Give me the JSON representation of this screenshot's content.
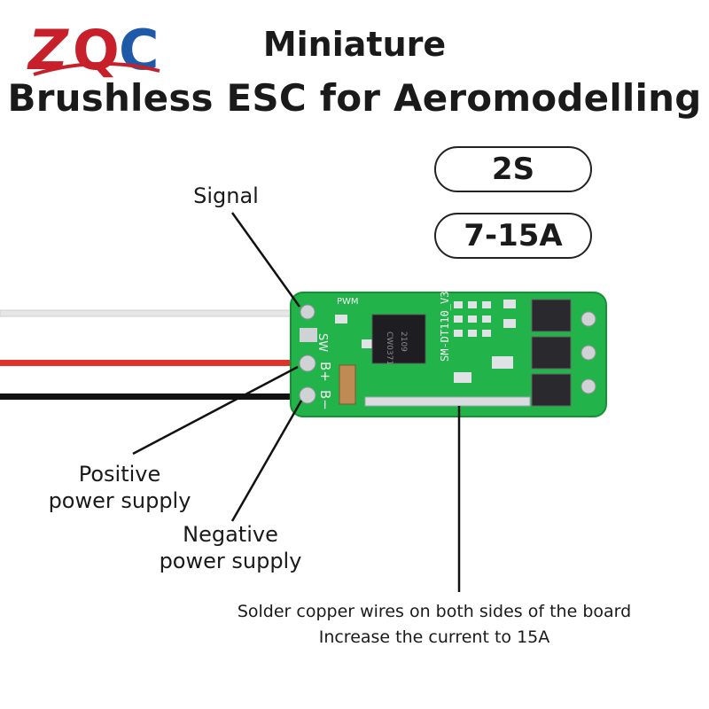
{
  "logo": {
    "text": "ZQC",
    "colors": {
      "z": "#c8202a",
      "q": "#c8202a",
      "c": "#1f5aa8"
    }
  },
  "title": {
    "line1": "Miniature",
    "line2": "Brushless ESC for Aeromodelling"
  },
  "specs": {
    "cells": "2S",
    "current": "7-15A"
  },
  "labels": {
    "signal": "Signal",
    "positive": [
      "Positive",
      "power supply"
    ],
    "negative": [
      "Negative",
      "power supply"
    ]
  },
  "board": {
    "silk_pwm": "PWM",
    "silk_sw": "SW",
    "silk_bplus": "B+",
    "silk_bminus": "B−",
    "silk_model": "SM-DT110_V3",
    "chip_marking": [
      "CW0371",
      "2109"
    ],
    "pcb_color": "#22b34a",
    "wire_colors": {
      "signal": "#e8e8e8",
      "positive": "#e0312b",
      "negative": "#111111"
    }
  },
  "note": {
    "line1": "Solder copper wires on both sides of the board",
    "line2": "Increase the current to 15A"
  }
}
